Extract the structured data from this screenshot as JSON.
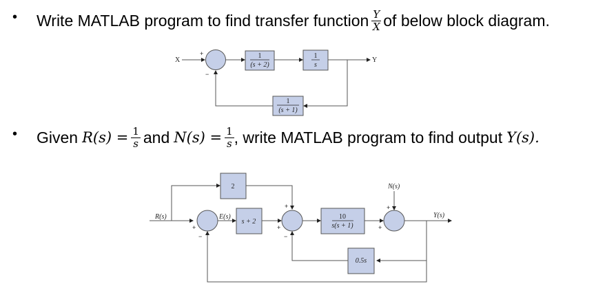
{
  "question1": {
    "bullet": "•",
    "text_before": "Write MATLAB program to find transfer function",
    "fraction": {
      "numerator": "Y",
      "denominator": "X"
    },
    "text_after": "of below block diagram."
  },
  "diagram1": {
    "input_label": "X",
    "output_label": "Y",
    "summer_signs": {
      "input": "+",
      "feedback": "−"
    },
    "forward_block_1": {
      "numerator": "1",
      "denominator": "(s + 2)"
    },
    "forward_block_2": {
      "numerator": "1",
      "denominator": "s"
    },
    "feedback_block": {
      "numerator": "1",
      "denominator": "(s + 1)"
    }
  },
  "question2": {
    "bullet": "•",
    "text_given": "Given",
    "r_expr": "R(s) =",
    "r_fraction": {
      "numerator": "1",
      "denominator": "s"
    },
    "text_and": "and",
    "n_expr": "N(s) =",
    "n_fraction": {
      "numerator": "1",
      "denominator": "s"
    },
    "text_after": ", write MATLAB program to find output",
    "y_expr": "Y(s).",
    "text_end": ""
  },
  "diagram2": {
    "input_label": "R(s)",
    "error_label": "E(s)",
    "disturbance_label": "N(s)",
    "output_label": "Y(s)",
    "feedforward_block": "2",
    "controller_block": "s + 2",
    "plant_block": {
      "numerator": "10",
      "denominator": "s(s + 1)"
    },
    "rate_feedback_block": "0.5s",
    "summer1_signs": {
      "input": "+",
      "feedback": "−"
    },
    "summer2_signs": {
      "top": "+",
      "left": "+",
      "bottom": "−"
    },
    "summer3_signs": {
      "top": "+",
      "left": "+"
    }
  }
}
